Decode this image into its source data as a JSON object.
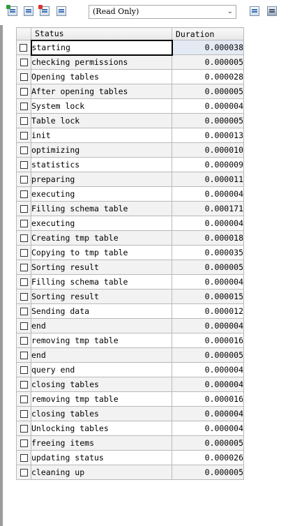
{
  "toolbar": {
    "icons": [
      "grid-add-icon",
      "grid-blue-icon",
      "grid-red-icon",
      "grid-gray-icon",
      "grid-export-icon",
      "grid-image-icon"
    ],
    "mode_select_value": "(Read Only)"
  },
  "grid": {
    "columns": [
      "Status",
      "Duration"
    ],
    "rows": [
      {
        "status": "starting",
        "duration": "0.000038"
      },
      {
        "status": "checking permissions",
        "duration": "0.000005"
      },
      {
        "status": "Opening tables",
        "duration": "0.000028"
      },
      {
        "status": "After opening tables",
        "duration": "0.000005"
      },
      {
        "status": "System lock",
        "duration": "0.000004"
      },
      {
        "status": "Table lock",
        "duration": "0.000005"
      },
      {
        "status": "init",
        "duration": "0.000013"
      },
      {
        "status": "optimizing",
        "duration": "0.000010"
      },
      {
        "status": "statistics",
        "duration": "0.000009"
      },
      {
        "status": "preparing",
        "duration": "0.000011"
      },
      {
        "status": "executing",
        "duration": "0.000004"
      },
      {
        "status": "Filling schema table",
        "duration": "0.000171"
      },
      {
        "status": "executing",
        "duration": "0.000004"
      },
      {
        "status": "Creating tmp table",
        "duration": "0.000018"
      },
      {
        "status": "Copying to tmp table",
        "duration": "0.000035"
      },
      {
        "status": "Sorting result",
        "duration": "0.000005"
      },
      {
        "status": "Filling schema table",
        "duration": "0.000004"
      },
      {
        "status": "Sorting result",
        "duration": "0.000015"
      },
      {
        "status": "Sending data",
        "duration": "0.000012"
      },
      {
        "status": "end",
        "duration": "0.000004"
      },
      {
        "status": "removing tmp table",
        "duration": "0.000016"
      },
      {
        "status": "end",
        "duration": "0.000005"
      },
      {
        "status": "query end",
        "duration": "0.000004"
      },
      {
        "status": "closing tables",
        "duration": "0.000004"
      },
      {
        "status": "removing tmp table",
        "duration": "0.000016"
      },
      {
        "status": "closing tables",
        "duration": "0.000004"
      },
      {
        "status": "Unlocking tables",
        "duration": "0.000004"
      },
      {
        "status": "freeing items",
        "duration": "0.000005"
      },
      {
        "status": "updating status",
        "duration": "0.000026"
      },
      {
        "status": "cleaning up",
        "duration": "0.000005"
      }
    ]
  }
}
